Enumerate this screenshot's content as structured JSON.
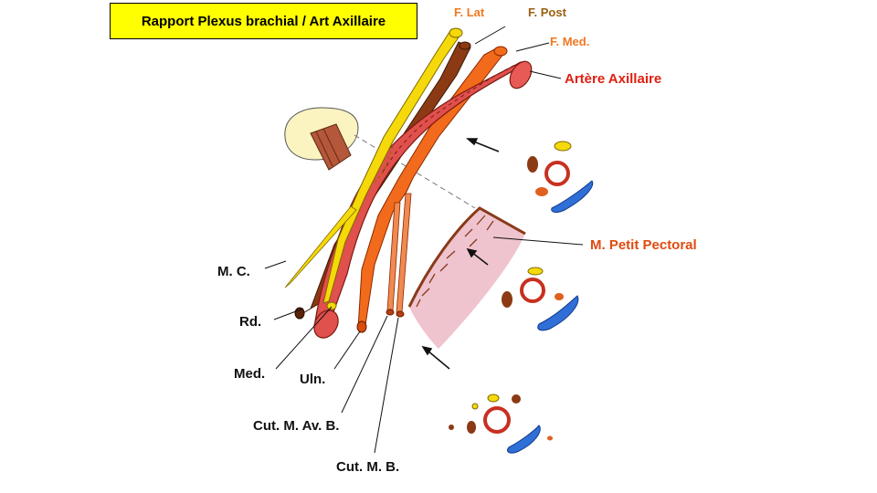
{
  "title": "Rapport Plexus brachial / Art Axillaire",
  "labels": {
    "f_lat": "F. Lat",
    "f_post": "F. Post",
    "f_med": "F. Med.",
    "artere": "Artère Axillaire",
    "petit_pectoral": "M. Petit Pectoral",
    "mc": "M. C.",
    "rd": "Rd.",
    "med": "Med.",
    "uln": "Uln.",
    "cut_av_b": "Cut. M. Av. B.",
    "cut_b": "Cut. M. B."
  },
  "colors": {
    "title_bg": "#ffff00",
    "lateral_cord": "#f5d90a",
    "posterior_cord": "#8b3a14",
    "medial_cord": "#f26a1b",
    "artery": "#e0504d",
    "vein": "#2f6fd6",
    "muscle": "#e8b4c0",
    "label_orange": "#f07820",
    "label_brown": "#9a6010",
    "label_red": "#e02010",
    "label_dark_orange": "#e04a10",
    "label_black": "#111111"
  }
}
